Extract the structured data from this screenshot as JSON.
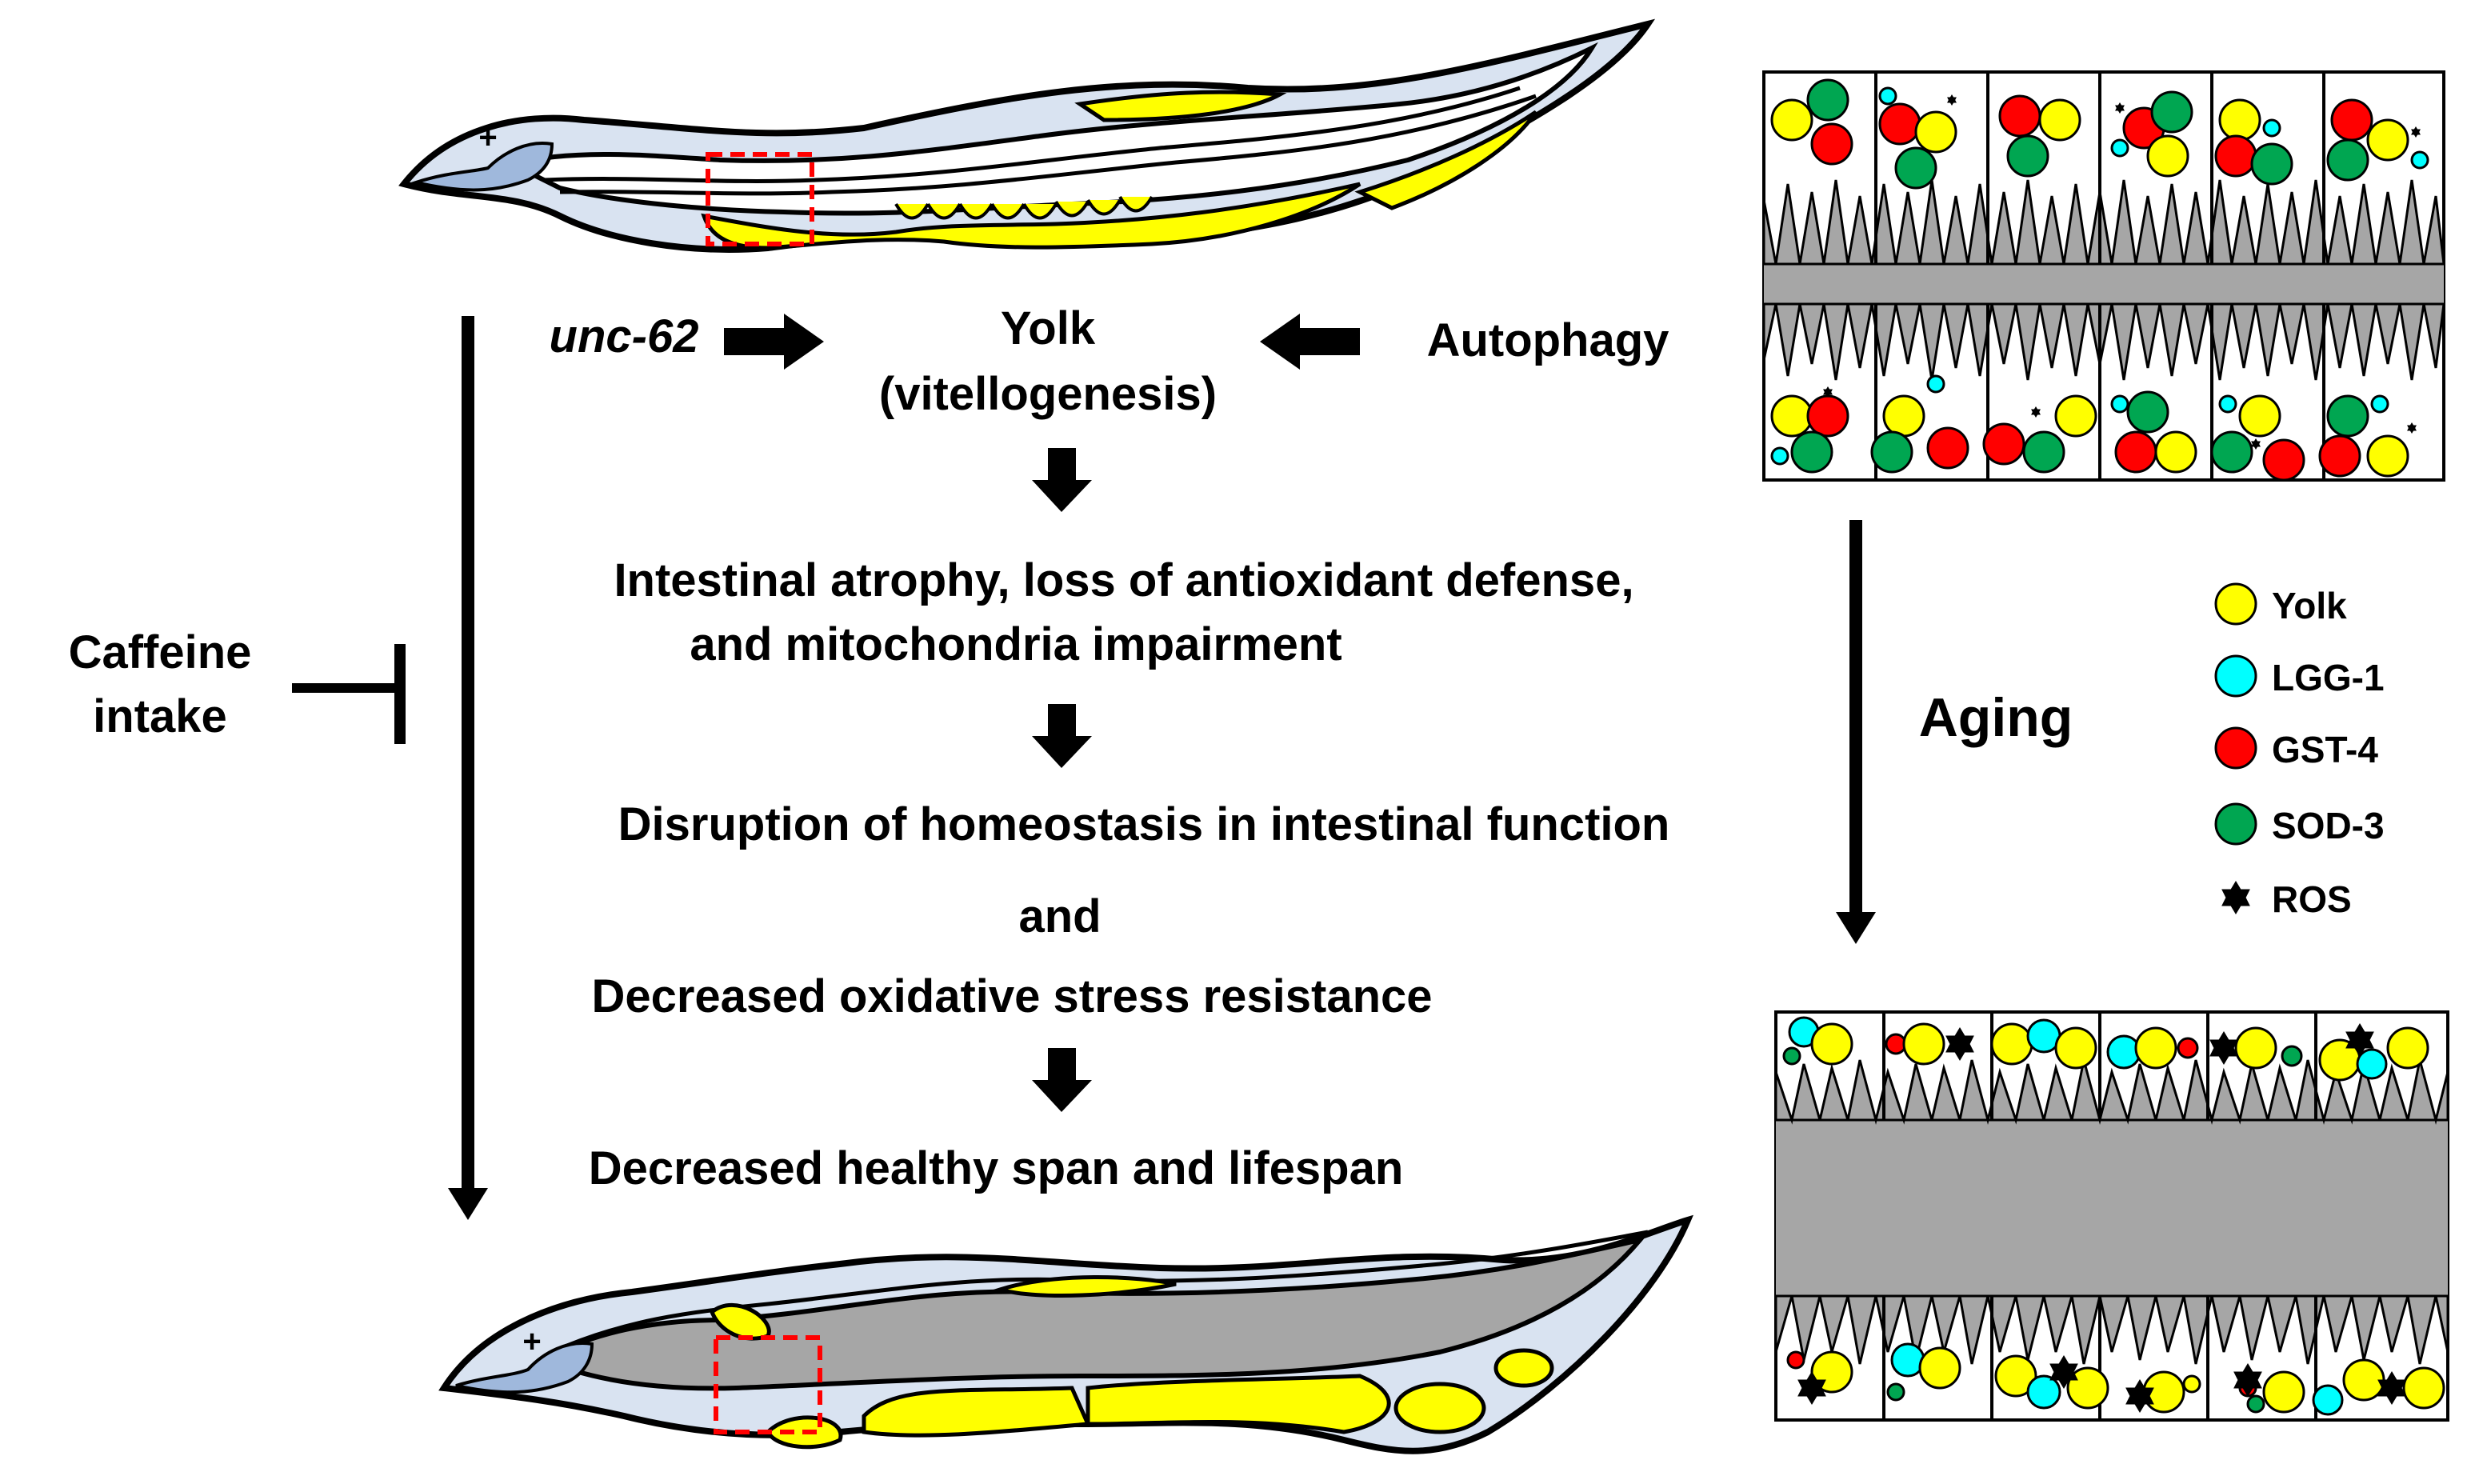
{
  "center": {
    "unc62": "unc-62",
    "yolk_line1": "Yolk",
    "yolk_line2": "(vitellogenesis)",
    "autophagy": "Autophagy",
    "step1_line1": "Intestinal atrophy, loss of antioxidant defense,",
    "step1_line2": "and mitochondria impairment",
    "step2_line1": "Disruption of homeostasis in intestinal function",
    "step2_and": "and",
    "step2_line2": "Decreased oxidative stress resistance",
    "step3": "Decreased healthy span and lifespan"
  },
  "left": {
    "caffeine_line1": "Caffeine",
    "caffeine_line2": "intake"
  },
  "right": {
    "aging": "Aging"
  },
  "legend": [
    {
      "label": "Yolk",
      "color": "#ffff00",
      "shape": "circle"
    },
    {
      "label": "LGG-1",
      "color": "#00ffff",
      "shape": "circle"
    },
    {
      "label": "GST-4",
      "color": "#ff0000",
      "shape": "circle"
    },
    {
      "label": "SOD-3",
      "color": "#00a651",
      "shape": "circle"
    },
    {
      "label": "ROS",
      "color": "#000000",
      "shape": "star"
    }
  ],
  "colors": {
    "worm_body": "#d9e3f1",
    "yolk": "#ffff00",
    "gut_lumen_aged": "#a6a6a6",
    "dashed_box": "#ff0000"
  }
}
